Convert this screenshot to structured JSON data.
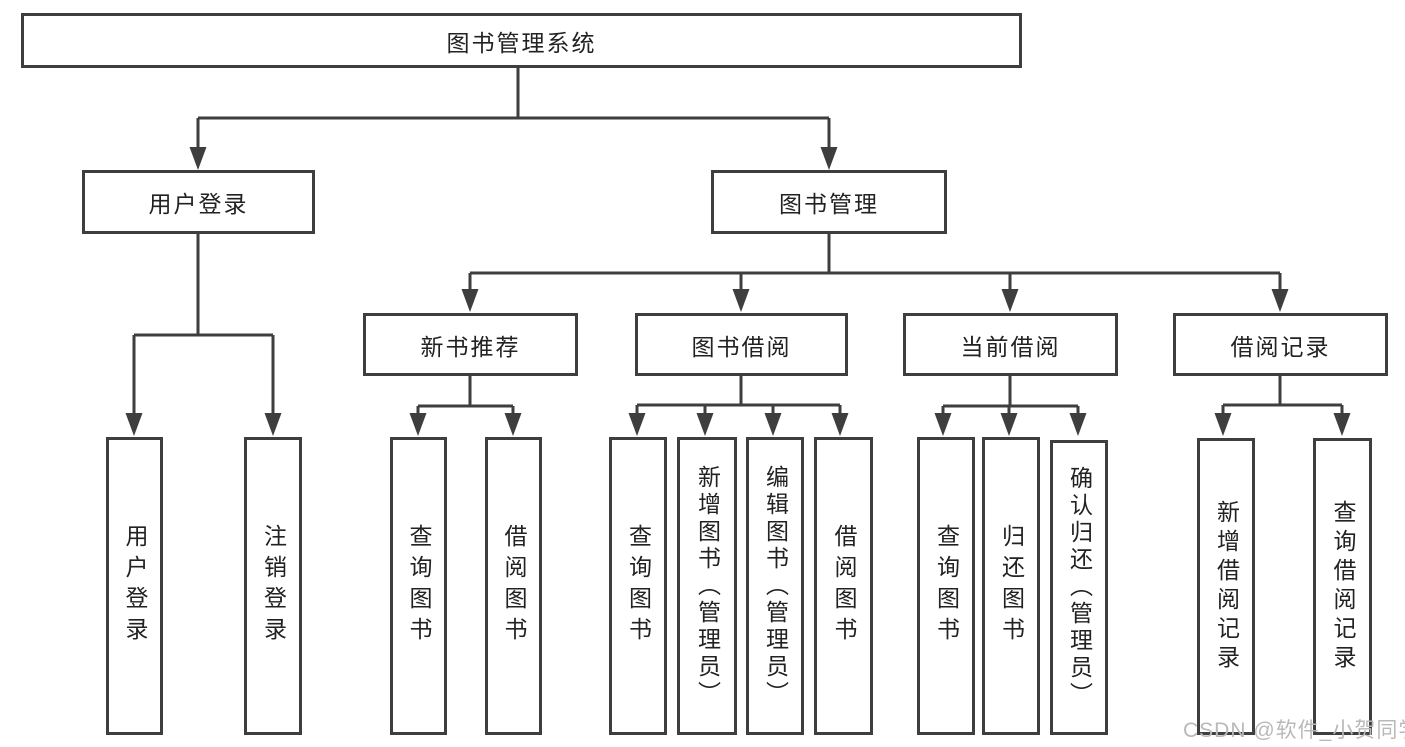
{
  "nodes": {
    "root": {
      "label": "图书管理系统"
    },
    "user_login": {
      "label": "用户登录"
    },
    "book_management": {
      "label": "图书管理"
    },
    "leaf_user_login": {
      "label": "用户登录"
    },
    "leaf_logout": {
      "label": "注销登录"
    },
    "new_book_recommend": {
      "label": "新书推荐"
    },
    "book_borrow": {
      "label": "图书借阅"
    },
    "current_borrow": {
      "label": "当前借阅"
    },
    "borrow_records": {
      "label": "借阅记录"
    },
    "rec_query_books": {
      "label": "查询图书"
    },
    "rec_borrow_books": {
      "label": "借阅图书"
    },
    "bb_query_books": {
      "label": "查询图书"
    },
    "bb_add_books": {
      "label": "新增图书（管理员）"
    },
    "bb_edit_books": {
      "label": "编辑图书（管理员）"
    },
    "bb_borrow_books": {
      "label": "借阅图书"
    },
    "cb_query_books": {
      "label": "查询图书"
    },
    "cb_return_books": {
      "label": "归还图书"
    },
    "cb_confirm_return": {
      "label": "确认归还（管理员）"
    },
    "br_add_record": {
      "label": "新增借阅记录"
    },
    "br_query_record": {
      "label": "查询借阅记录"
    }
  },
  "watermark": "CSDN @软件_小贺同学",
  "colors": {
    "line": "#3e3e3e",
    "text": "#222222",
    "watermark": "#b9b9b9",
    "background": "#ffffff"
  }
}
